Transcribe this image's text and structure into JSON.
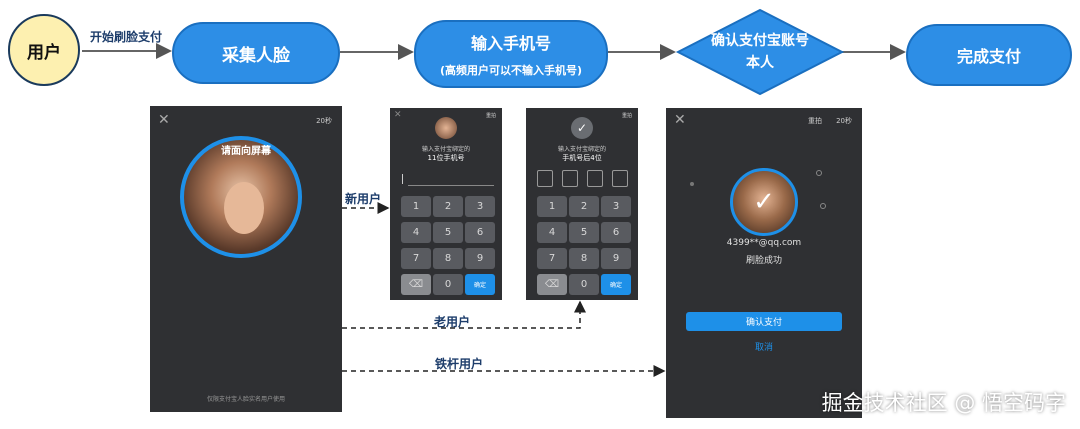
{
  "flow": {
    "start_label": "用户",
    "edge1_label": "开始刷脸支付",
    "step1": "采集人脸",
    "step2_title": "输入手机号",
    "step2_sub": "(高频用户可以不输入手机号)",
    "step3_line1": "确认支付宝账号",
    "step3_line2": "本人",
    "step4": "完成支付"
  },
  "branches": {
    "new_user": "新用户",
    "old_user": "老用户",
    "loyal_user": "铁杆用户"
  },
  "screen1": {
    "close_icon": "close-icon",
    "timer": "20秒",
    "face_prompt": "请面向屏幕",
    "footer": "仅限支付宝人脸实名用户使用"
  },
  "screen2": {
    "status": "重拍",
    "prompt_line1": "输入支付宝绑定的",
    "prompt_line2": "11位手机号",
    "keys": [
      "1",
      "2",
      "3",
      "4",
      "5",
      "6",
      "7",
      "8",
      "9",
      "⌫",
      "0",
      "确定"
    ]
  },
  "screen3": {
    "status": "重拍",
    "prompt_line1": "输入支付宝绑定的",
    "prompt_line2": "手机号后4位",
    "keys": [
      "1",
      "2",
      "3",
      "4",
      "5",
      "6",
      "7",
      "8",
      "9",
      "⌫",
      "0",
      "确定"
    ]
  },
  "screen4": {
    "status": "重拍",
    "timer": "20秒",
    "account": "4399**@qq.com",
    "result": "刷脸成功",
    "confirm_button": "确认支付",
    "cancel_link": "取消"
  },
  "watermark": "掘金技术社区 @ 悟空码字",
  "colors": {
    "node_blue": "#2d8ee6",
    "start_yellow": "#fdf0b0",
    "phone_dark": "#2f3033",
    "accent_blue": "#1e90e8"
  }
}
